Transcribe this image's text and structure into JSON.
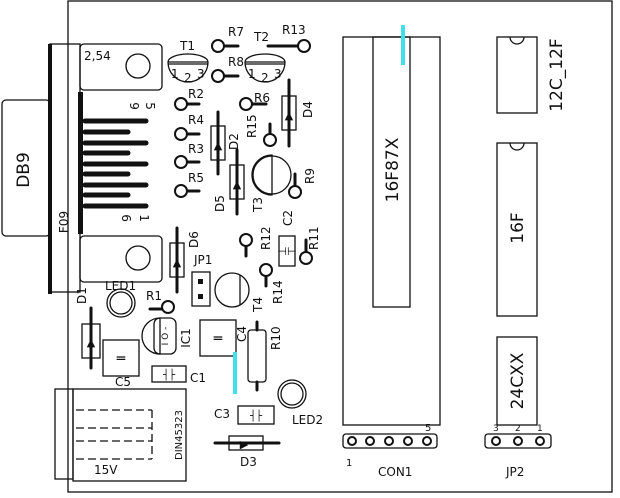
{
  "accent_color": "#40e0e8",
  "connector": {
    "label": "DB9",
    "pitch": "2,54",
    "series": "F09",
    "pin9": "9",
    "pin5": "5",
    "pin6": "6",
    "pin1": "1"
  },
  "power_jack": {
    "model": "DIN45323",
    "voltage": "15V"
  },
  "transistors": [
    "T1",
    "T2",
    "T3",
    "T4"
  ],
  "pin_numbers": {
    "p1": "1",
    "p2": "2",
    "p3": "3"
  },
  "resistors": [
    "R1",
    "R2",
    "R3",
    "R4",
    "R5",
    "R6",
    "R7",
    "R8",
    "R9",
    "R10",
    "R11",
    "R12",
    "R13",
    "R14",
    "R15"
  ],
  "diodes": [
    "D1",
    "D2",
    "D3",
    "D4",
    "D5",
    "D6"
  ],
  "capacitors": [
    "C1",
    "C2",
    "C3",
    "C4",
    "C5"
  ],
  "leds": [
    "LED1",
    "LED2"
  ],
  "regulator": {
    "label": "IC1",
    "pins": "I O -"
  },
  "jumpers": {
    "jp1": "JP1",
    "jp2": "JP2",
    "jp2_pins": [
      "3",
      "2",
      "1"
    ]
  },
  "chips": {
    "main": "16F87X",
    "eeprom_small": "12C_12F",
    "pic16": "16F",
    "eeprom": "24CXX"
  },
  "con1": {
    "label": "CON1",
    "pin_first": "1",
    "pin_last": "5"
  }
}
